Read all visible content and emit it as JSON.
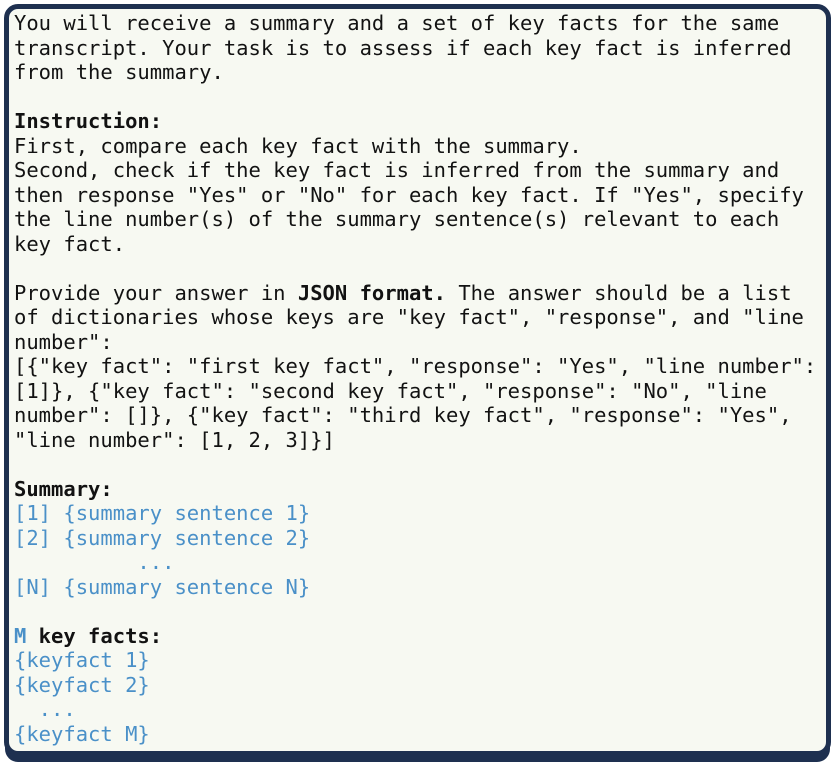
{
  "card": {
    "colors": {
      "border": "#1e3050",
      "background": "#f7f9f2",
      "text": "#121212",
      "placeholder": "#4a90c8",
      "page_background": "#ffffff"
    },
    "lines": [
      {
        "segments": [
          {
            "text": "You will receive a summary and a set of key facts for the same",
            "style": "normal"
          }
        ]
      },
      {
        "segments": [
          {
            "text": "transcript. Your task is to assess if each key fact is inferred",
            "style": "normal"
          }
        ]
      },
      {
        "segments": [
          {
            "text": "from the summary.",
            "style": "normal"
          }
        ]
      },
      {
        "segments": []
      },
      {
        "segments": [
          {
            "text": "Instruction:",
            "style": "bold"
          }
        ]
      },
      {
        "segments": [
          {
            "text": "First, compare each key fact with the summary.",
            "style": "normal"
          }
        ]
      },
      {
        "segments": [
          {
            "text": "Second, check if the key fact is inferred from the summary and",
            "style": "normal"
          }
        ]
      },
      {
        "segments": [
          {
            "text": "then response \"Yes\" or \"No\" for each key fact. If \"Yes\", specify",
            "style": "normal"
          }
        ]
      },
      {
        "segments": [
          {
            "text": "the line number(s) of the summary sentence(s) relevant to each",
            "style": "normal"
          }
        ]
      },
      {
        "segments": [
          {
            "text": "key fact.",
            "style": "normal"
          }
        ]
      },
      {
        "segments": []
      },
      {
        "segments": [
          {
            "text": "Provide your answer in ",
            "style": "normal"
          },
          {
            "text": "JSON format.",
            "style": "bold"
          },
          {
            "text": " The answer should be a list",
            "style": "normal"
          }
        ]
      },
      {
        "segments": [
          {
            "text": "of dictionaries whose keys are \"key fact\", \"response\", and \"line",
            "style": "normal"
          }
        ]
      },
      {
        "segments": [
          {
            "text": "number\":",
            "style": "normal"
          }
        ]
      },
      {
        "segments": [
          {
            "text": "[{\"key fact\": \"first key fact\", \"response\": \"Yes\", \"line number\":",
            "style": "normal"
          }
        ]
      },
      {
        "segments": [
          {
            "text": "[1]}, {\"key fact\": \"second key fact\", \"response\": \"No\", \"line",
            "style": "normal"
          }
        ]
      },
      {
        "segments": [
          {
            "text": "number\": []}, {\"key fact\": \"third key fact\", \"response\": \"Yes\",",
            "style": "normal"
          }
        ]
      },
      {
        "segments": [
          {
            "text": "\"line number\": [1, 2, 3]}]",
            "style": "normal"
          }
        ]
      },
      {
        "segments": []
      },
      {
        "segments": [
          {
            "text": "Summary:",
            "style": "bold"
          }
        ]
      },
      {
        "segments": [
          {
            "text": "[1] {summary sentence 1}",
            "style": "placeholder"
          }
        ]
      },
      {
        "segments": [
          {
            "text": "[2] {summary sentence 2}",
            "style": "placeholder"
          }
        ]
      },
      {
        "segments": [
          {
            "text": "          ...",
            "style": "placeholder"
          }
        ]
      },
      {
        "segments": [
          {
            "text": "[N] {summary sentence N}",
            "style": "placeholder"
          }
        ]
      },
      {
        "segments": []
      },
      {
        "segments": [
          {
            "text": "M",
            "style": "placeholder_bold"
          },
          {
            "text": " key facts:",
            "style": "bold"
          }
        ]
      },
      {
        "segments": [
          {
            "text": "{keyfact 1}",
            "style": "placeholder"
          }
        ]
      },
      {
        "segments": [
          {
            "text": "{keyfact 2}",
            "style": "placeholder"
          }
        ]
      },
      {
        "segments": [
          {
            "text": "  ...",
            "style": "placeholder"
          }
        ]
      },
      {
        "segments": [
          {
            "text": "{keyfact M}",
            "style": "placeholder"
          }
        ]
      }
    ]
  }
}
